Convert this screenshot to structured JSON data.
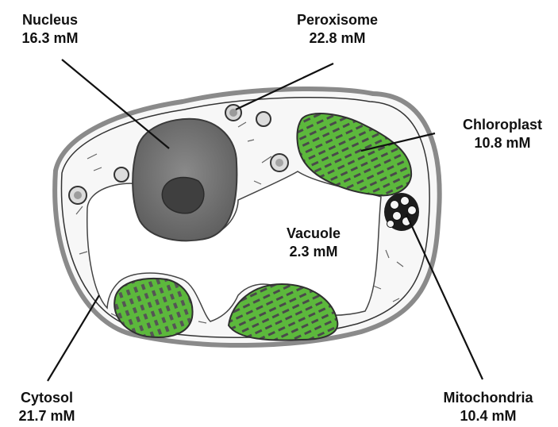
{
  "compartments": {
    "nucleus": {
      "name": "Nucleus",
      "value": "16.3 mM"
    },
    "peroxisome": {
      "name": "Peroxisome",
      "value": "22.8 mM"
    },
    "chloroplast": {
      "name": "Chloroplast",
      "value": "10.8 mM"
    },
    "vacuole": {
      "name": "Vacuole",
      "value": "2.3 mM"
    },
    "cytosol": {
      "name": "Cytosol",
      "value": "21.7 mM"
    },
    "mitochondria": {
      "name": "Mitochondria",
      "value": "10.4 mM"
    }
  },
  "colors": {
    "chloroplast_fill": "#5cb83c",
    "nucleus_fill": "#6f6f6f",
    "outline": "#222222",
    "cell_wall": "#8a8a8a"
  }
}
